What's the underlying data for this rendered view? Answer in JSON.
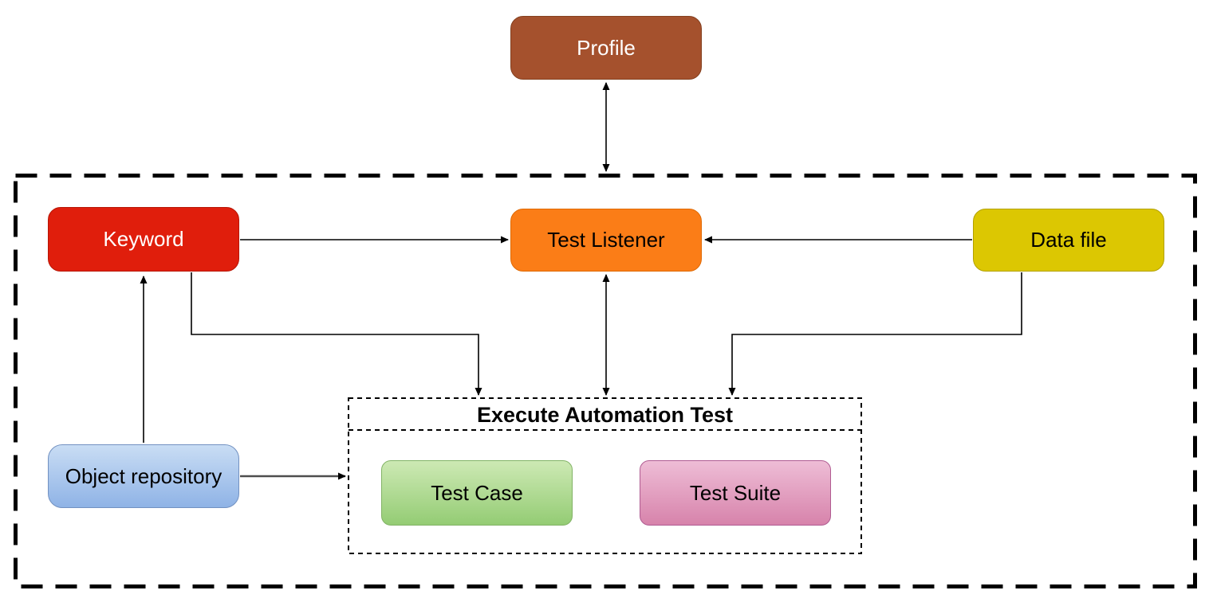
{
  "diagram": {
    "nodes": {
      "profile": {
        "label": "Profile",
        "fill": "#a5512d",
        "text_color": "#ffffff",
        "shape": "rounded-rect"
      },
      "keyword": {
        "label": "Keyword",
        "fill": "#e01e0c",
        "text_color": "#ffffff",
        "shape": "rounded-rect"
      },
      "test_listener": {
        "label": "Test Listener",
        "fill": "#fb7d17",
        "text_color": "#000000",
        "shape": "rounded-rect"
      },
      "data_file": {
        "label": "Data file",
        "fill": "#dcc702",
        "text_color": "#000000",
        "shape": "rounded-rect"
      },
      "object_repository": {
        "label": "Object repository",
        "fill_top": "#c9ddf4",
        "fill_bottom": "#8fb3e6",
        "stroke": "#7291c1",
        "text_color": "#000000",
        "shape": "rounded-rect-gradient"
      },
      "execute_container": {
        "label": "Execute Automation Test",
        "border_style": "dotted",
        "text_color": "#000000"
      },
      "test_case": {
        "label": "Test Case",
        "fill_top": "#cde9b4",
        "fill_bottom": "#94cc74",
        "stroke": "#82b366",
        "text_color": "#000000",
        "shape": "rounded-rect-gradient"
      },
      "test_suite": {
        "label": "Test Suite",
        "fill_top": "#eebdd6",
        "fill_bottom": "#d783ab",
        "stroke": "#b05c92",
        "text_color": "#000000",
        "shape": "rounded-rect-gradient"
      }
    },
    "containers": {
      "outer_boundary": {
        "border_style": "dashed",
        "stroke": "#000000"
      },
      "execute_automation_test": {
        "label": "Execute Automation Test",
        "border_style": "dotted",
        "stroke": "#000000",
        "children": [
          "Test Case",
          "Test Suite"
        ]
      }
    },
    "edges": [
      {
        "from": "profile",
        "to": "outer_boundary",
        "direction": "bidirectional"
      },
      {
        "from": "keyword",
        "to": "test_listener",
        "direction": "forward"
      },
      {
        "from": "data_file",
        "to": "test_listener",
        "direction": "forward"
      },
      {
        "from": "test_listener",
        "to": "execute_container",
        "direction": "bidirectional"
      },
      {
        "from": "keyword",
        "to": "execute_container",
        "direction": "forward"
      },
      {
        "from": "data_file",
        "to": "execute_container",
        "direction": "forward"
      },
      {
        "from": "object_repository",
        "to": "keyword",
        "direction": "forward"
      },
      {
        "from": "object_repository",
        "to": "execute_container",
        "direction": "forward"
      }
    ],
    "colors": {
      "line": "#000000",
      "background": "#ffffff"
    }
  }
}
